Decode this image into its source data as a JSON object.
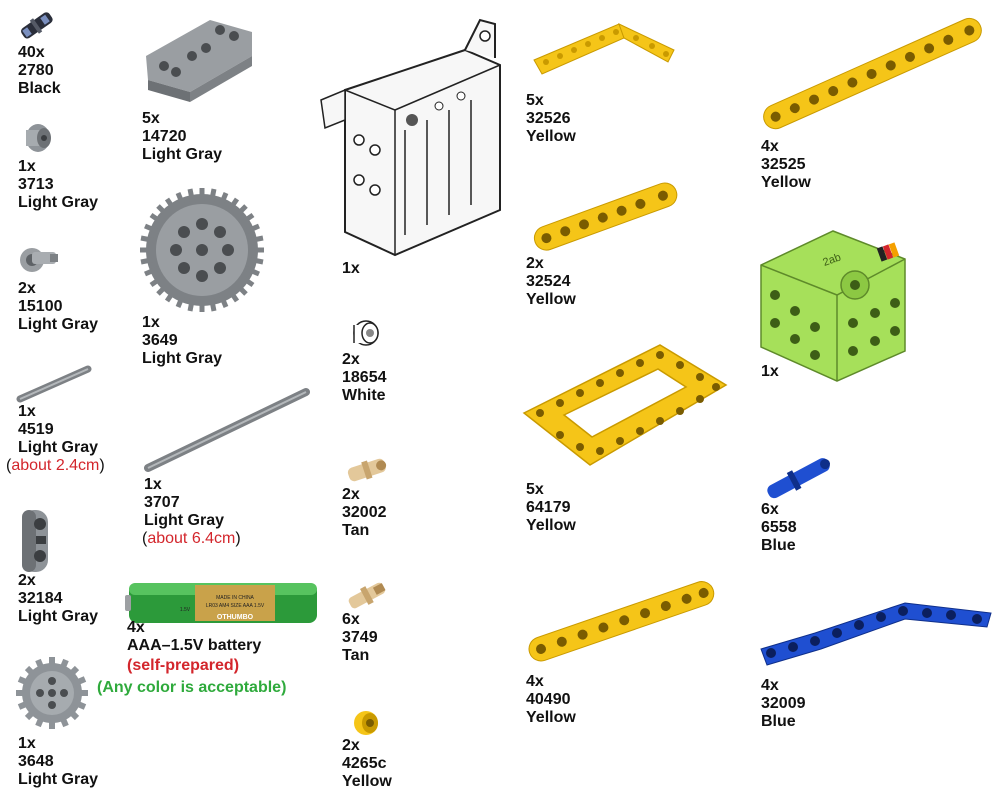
{
  "colors": {
    "yellow": "#f5c518",
    "yellow_dark": "#c99a00",
    "light_gray": "#9a9ea2",
    "gray_dark": "#5e6266",
    "blue": "#1f4fd1",
    "blue_dark": "#0f2f8a",
    "lime": "#a6e05a",
    "lime_dark": "#5e8a2a",
    "tan": "#e3c89a",
    "green": "#2c9a3a",
    "gold": "#c9a24a",
    "note_red": "#d3262c",
    "note_green": "#2faa3c"
  },
  "parts": [
    {
      "qty": "40x",
      "id": "2780",
      "color": "Black"
    },
    {
      "qty": "1x",
      "id": "3713",
      "color": "Light Gray"
    },
    {
      "qty": "2x",
      "id": "15100",
      "color": "Light Gray"
    },
    {
      "qty": "1x",
      "id": "4519",
      "color": "Light Gray",
      "note_open": "(",
      "note": "about 2.4cm",
      "note_close": ")"
    },
    {
      "qty": "2x",
      "id": "32184",
      "color": "Light Gray"
    },
    {
      "qty": "1x",
      "id": "3648",
      "color": "Light Gray"
    },
    {
      "qty": "5x",
      "id": "14720",
      "color": "Light Gray"
    },
    {
      "qty": "1x",
      "id": "3649",
      "color": "Light Gray"
    },
    {
      "qty": "1x",
      "id": "3707",
      "color": "Light Gray",
      "note_open": "(",
      "note": "about 6.4cm",
      "note_close": ")"
    },
    {
      "qty": "4x",
      "id": "AAA–1.5V battery",
      "self_prepared": "(self-prepared)",
      "any_color": "(Any color is acceptable)"
    },
    {
      "qty": "1x"
    },
    {
      "qty": "2x",
      "id": "18654",
      "color": "White"
    },
    {
      "qty": "2x",
      "id": "32002",
      "color": "Tan"
    },
    {
      "qty": "6x",
      "id": "3749",
      "color": "Tan"
    },
    {
      "qty": "2x",
      "id": "4265c",
      "color": "Yellow"
    },
    {
      "qty": "5x",
      "id": "32526",
      "color": "Yellow"
    },
    {
      "qty": "2x",
      "id": "32524",
      "color": "Yellow"
    },
    {
      "qty": "5x",
      "id": "64179",
      "color": "Yellow"
    },
    {
      "qty": "4x",
      "id": "40490",
      "color": "Yellow"
    },
    {
      "qty": "4x",
      "id": "32525",
      "color": "Yellow"
    },
    {
      "qty": "1x"
    },
    {
      "qty": "6x",
      "id": "6558",
      "color": "Blue"
    },
    {
      "qty": "4x",
      "id": "32009",
      "color": "Blue"
    }
  ],
  "battery_print": {
    "line1": "MADE IN CHINA",
    "line2": "LR03 AM4 SIZE AAA 1.5V",
    "brand": "OTHUMBO",
    "voltage": "1.5V"
  },
  "motor_print": "2ab"
}
